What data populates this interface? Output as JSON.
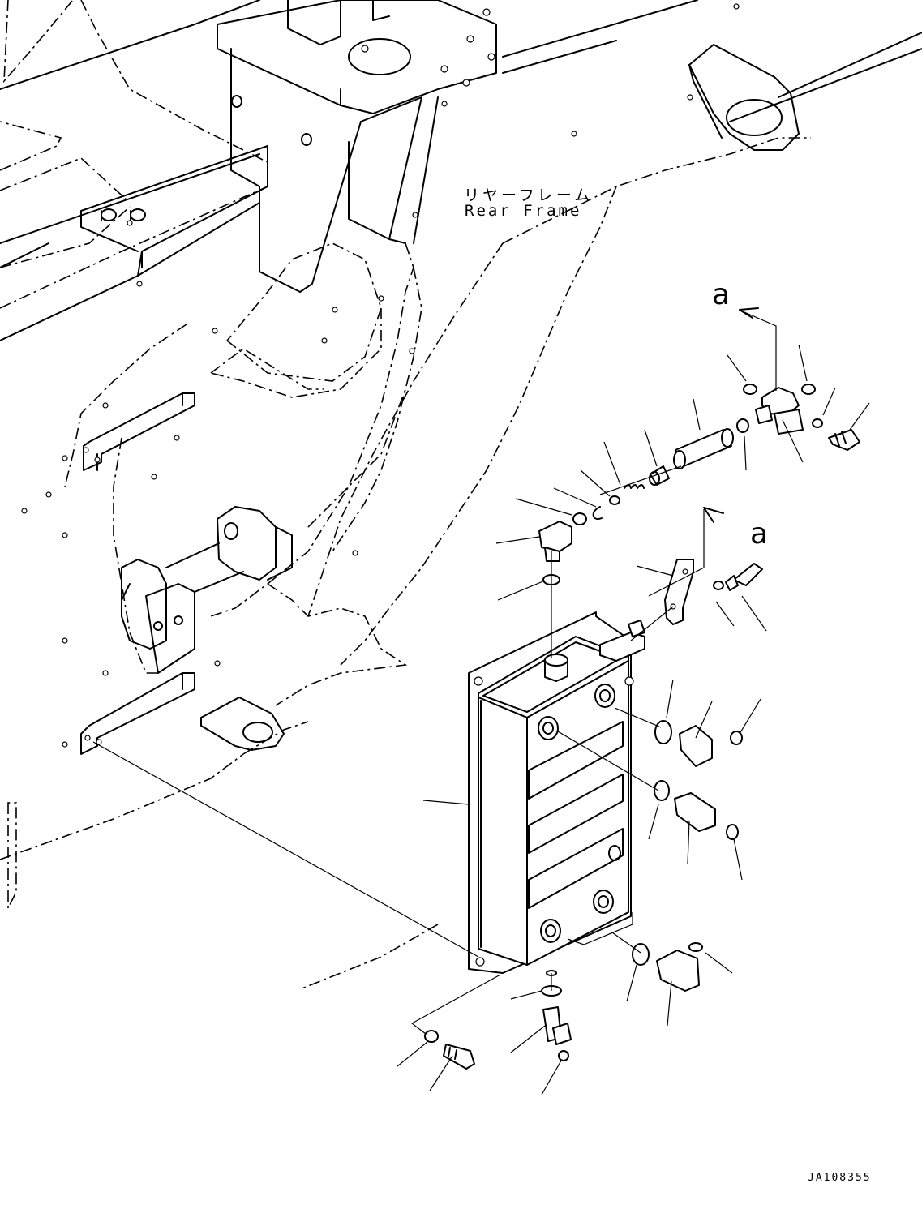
{
  "labels": {
    "frame_jp": "リヤーフレーム",
    "frame_en": "Rear Frame",
    "view_top": "a",
    "view_mid": "a",
    "drawing_number": "JA108355"
  },
  "icons": {
    "frame": "rear-frame-outline",
    "tank": "tank-body",
    "fittings": "fitting-parts"
  }
}
